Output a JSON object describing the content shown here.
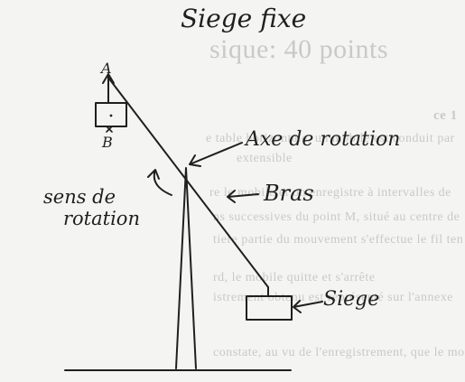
{
  "diagram": {
    "title": "Siege fixe",
    "labels": {
      "point_a": "A",
      "point_b": "B",
      "axis": "Axe de rotation",
      "arm": "Bras",
      "seat": "Siege",
      "rotation_sense_line1": "sens de",
      "rotation_sense_line2": "rotation"
    }
  },
  "background_text": {
    "heading": "sique: 40 points",
    "section": "ce 1",
    "lines": [
      "e table horizontale, un mobile est conduit par",
      "extensible",
      "re le mobile et on enregistre à intervalles de",
      "ns successives du point M, situé au centre de",
      "tiere partie du mouvement s'effectue le fil ten",
      "rd, le mobile quitte et s'arrête",
      "istrement obtenu est représenté sur l'annexe",
      "constate, au vu de l'enregistrement, que le mo"
    ]
  }
}
